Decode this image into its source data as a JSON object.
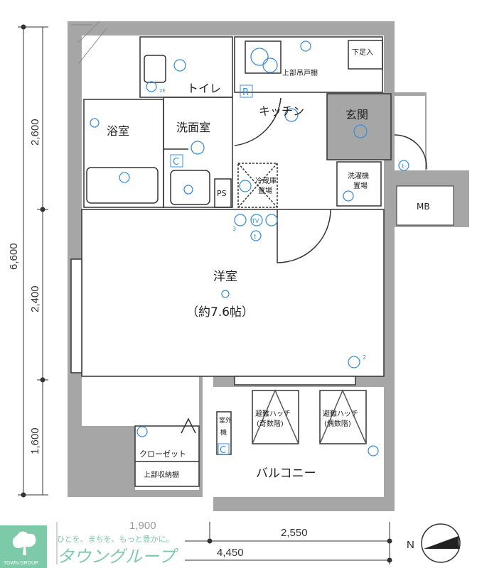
{
  "rooms": {
    "toilet": "トイレ",
    "kitchen": "キッチン",
    "entrance": "玄関",
    "shoe_storage": "下足入",
    "bath": "浴室",
    "washroom": "洗面室",
    "ps": "PS",
    "fridge_line1": "冷蔵庫",
    "fridge_line2": "置場",
    "washer_line1": "洗濯機",
    "washer_line2": "置場",
    "upper_cabinet": "上部吊戸棚",
    "mb": "MB",
    "western_room": "洋室",
    "western_room_size": "（約7.6帖）",
    "closet": "クローゼット",
    "upper_storage": "上部収納棚",
    "outdoor_unit_line1": "室外",
    "outdoor_unit_line2": "機",
    "hatch_odd_line1": "避難ハッチ",
    "hatch_odd_line2": "(奇数階)",
    "hatch_even_line1": "避難ハッチ",
    "hatch_even_line2": "(偶数階)",
    "balcony": "バルコニー"
  },
  "symbols": {
    "r": "R",
    "c1": "C",
    "c2": "C",
    "tv": "TV",
    "t1": "t",
    "t2": "t",
    "e2": "2E",
    "n3": "3",
    "n2": "2"
  },
  "dimensions": {
    "total_height": "6,600",
    "top_segment": "2,600",
    "middle_segment": "2,400",
    "bottom_segment": "1,600",
    "left_width": "1,900",
    "right_width": "2,550",
    "total_width": "4,450"
  },
  "compass": {
    "label": "N"
  },
  "logo": {
    "slogan": "ひとを、まちを、もっと豊かに。",
    "name": "タウングループ",
    "brand": "TOWN GROUP",
    "color": "#7ccaa8"
  },
  "colors": {
    "wall": "#a6a6a6",
    "fixture": "#3d8fd6"
  }
}
